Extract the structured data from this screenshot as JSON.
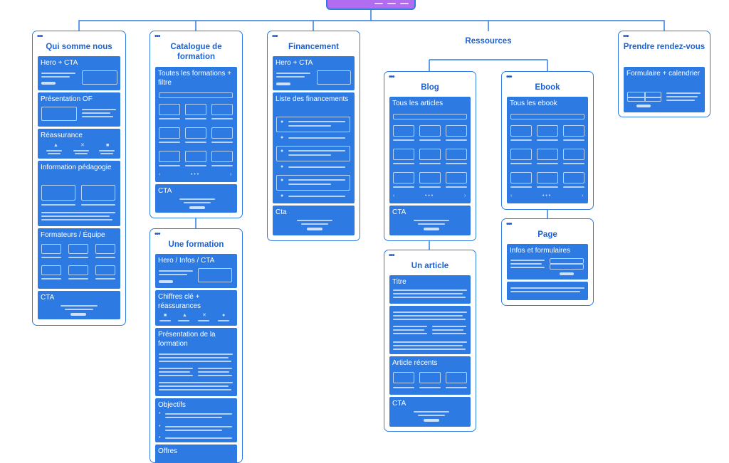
{
  "diagram": {
    "type": "sitemap",
    "group_label": "Ressources",
    "cards": {
      "qui": {
        "title": "Qui somme nous",
        "sections": [
          "Hero + CTA",
          "Présentation OF",
          "Réassurance",
          "Information pédagogie",
          "Formateurs / Équipe",
          "CTA"
        ]
      },
      "catalogue": {
        "title": "Catalogue de formation",
        "sections": [
          "Toutes les formations + filtre",
          "CTA"
        ]
      },
      "formation": {
        "title": "Une formation",
        "sections": [
          "Hero / Infos / CTA",
          "Chiffres clé + réassurances",
          "Présentation de la formation",
          "Objectifs",
          "Offres"
        ]
      },
      "financement": {
        "title": "Financement",
        "sections": [
          "Hero + CTA",
          "Liste des financements",
          "Cta"
        ]
      },
      "blog": {
        "title": "Blog",
        "sections": [
          "Tous les articles",
          "CTA"
        ]
      },
      "article": {
        "title": "Un article",
        "sections": [
          "Titre",
          "",
          "Article récents",
          "CTA"
        ]
      },
      "ebook": {
        "title": "Ebook",
        "sections": [
          "Tous les ebook"
        ]
      },
      "page": {
        "title": "Page",
        "sections": [
          "Infos et formulaires",
          ""
        ]
      },
      "rdv": {
        "title": "Prendre rendez-vous",
        "sections": [
          "Formulaire + calendrier"
        ]
      }
    },
    "colors": {
      "accent": "#2e7ae3",
      "root": "#b26cf0",
      "title": "#1a63d6"
    }
  }
}
